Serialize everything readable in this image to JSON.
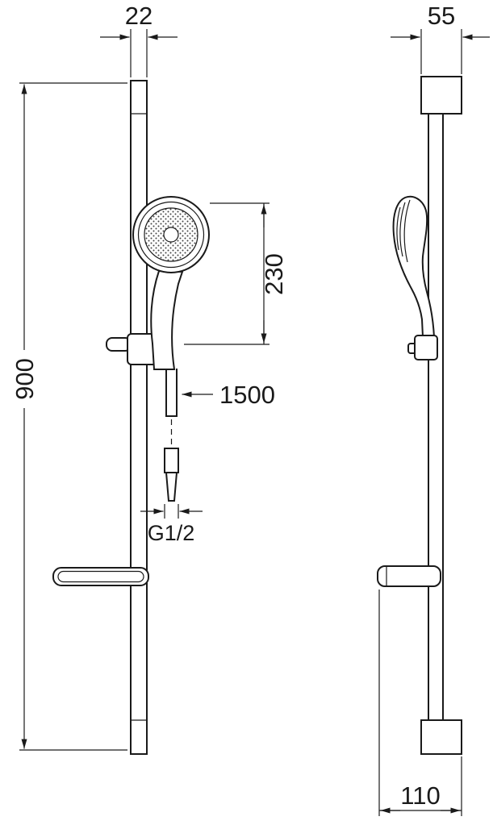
{
  "drawing": {
    "title": "shower-rail-set-dimension-drawing",
    "labels": {
      "rail_width": "22",
      "bracket_depth": "55",
      "handset_length": "230",
      "rail_height": "900",
      "hose_length": "1500",
      "thread_size": "G1/2",
      "shelf_depth": "110"
    }
  },
  "colors": {
    "ink": "#1a1a1a",
    "bg": "#ffffff"
  }
}
